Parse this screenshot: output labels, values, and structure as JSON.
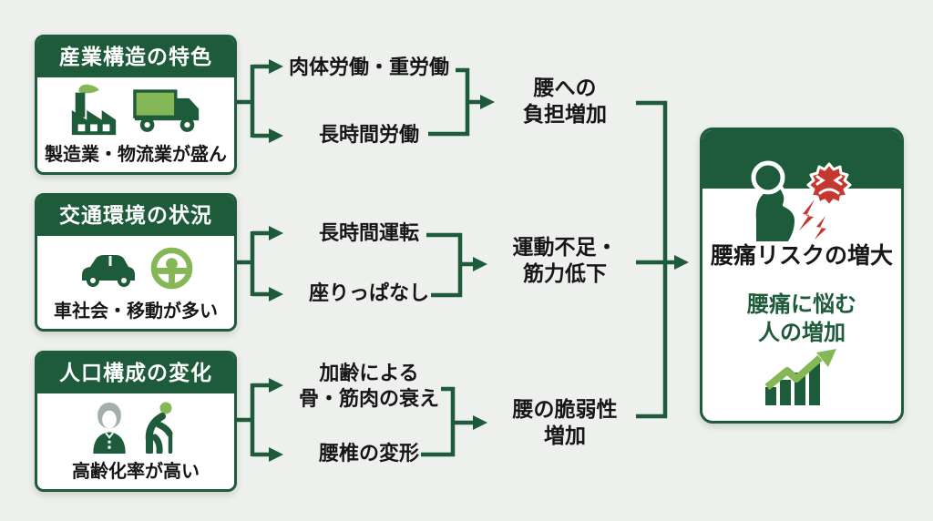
{
  "colors": {
    "background": "#edf0ed",
    "dark_green": "#1d5b3a",
    "light_green": "#85b757",
    "red": "#c5382f",
    "text_black": "#161616",
    "gray_hair": "#a4aeaa",
    "white": "#ffffff"
  },
  "rows": [
    {
      "source": {
        "title": "産業構造の特色",
        "caption": "製造業・物流業が盛ん",
        "icons": [
          "factory-icon",
          "truck-icon"
        ]
      },
      "factors": [
        {
          "lines": [
            "肉体労働・重労働"
          ]
        },
        {
          "lines": [
            "長時間労働"
          ]
        }
      ],
      "result": {
        "lines": [
          "腰への",
          "負担増加"
        ]
      }
    },
    {
      "source": {
        "title": "交通環境の状況",
        "caption": "車社会・移動が多い",
        "icons": [
          "car-icon",
          "steering-wheel-icon"
        ]
      },
      "factors": [
        {
          "lines": [
            "長時間運転"
          ]
        },
        {
          "lines": [
            "座りっぱなし"
          ]
        }
      ],
      "result": {
        "lines": [
          "運動不足・",
          "筋力低下"
        ]
      }
    },
    {
      "source": {
        "title": "人口構成の変化",
        "caption": "高齢化率が高い",
        "icons": [
          "elderly-woman-icon",
          "elderly-man-icon"
        ]
      },
      "factors": [
        {
          "lines": [
            "加齢による",
            "骨・筋肉の衰え"
          ]
        },
        {
          "lines": [
            "腰椎の変形"
          ]
        }
      ],
      "result": {
        "lines": [
          "腰の脆弱性",
          "増加"
        ]
      }
    }
  ],
  "outcome": {
    "title": "腰痛リスクの増大",
    "subtitle_lines": [
      "腰痛に悩む",
      "人の増加"
    ],
    "icons": [
      "back-pain-person-icon",
      "pain-burst-icon",
      "lightning-bolt-icon",
      "growth-chart-icon"
    ]
  }
}
